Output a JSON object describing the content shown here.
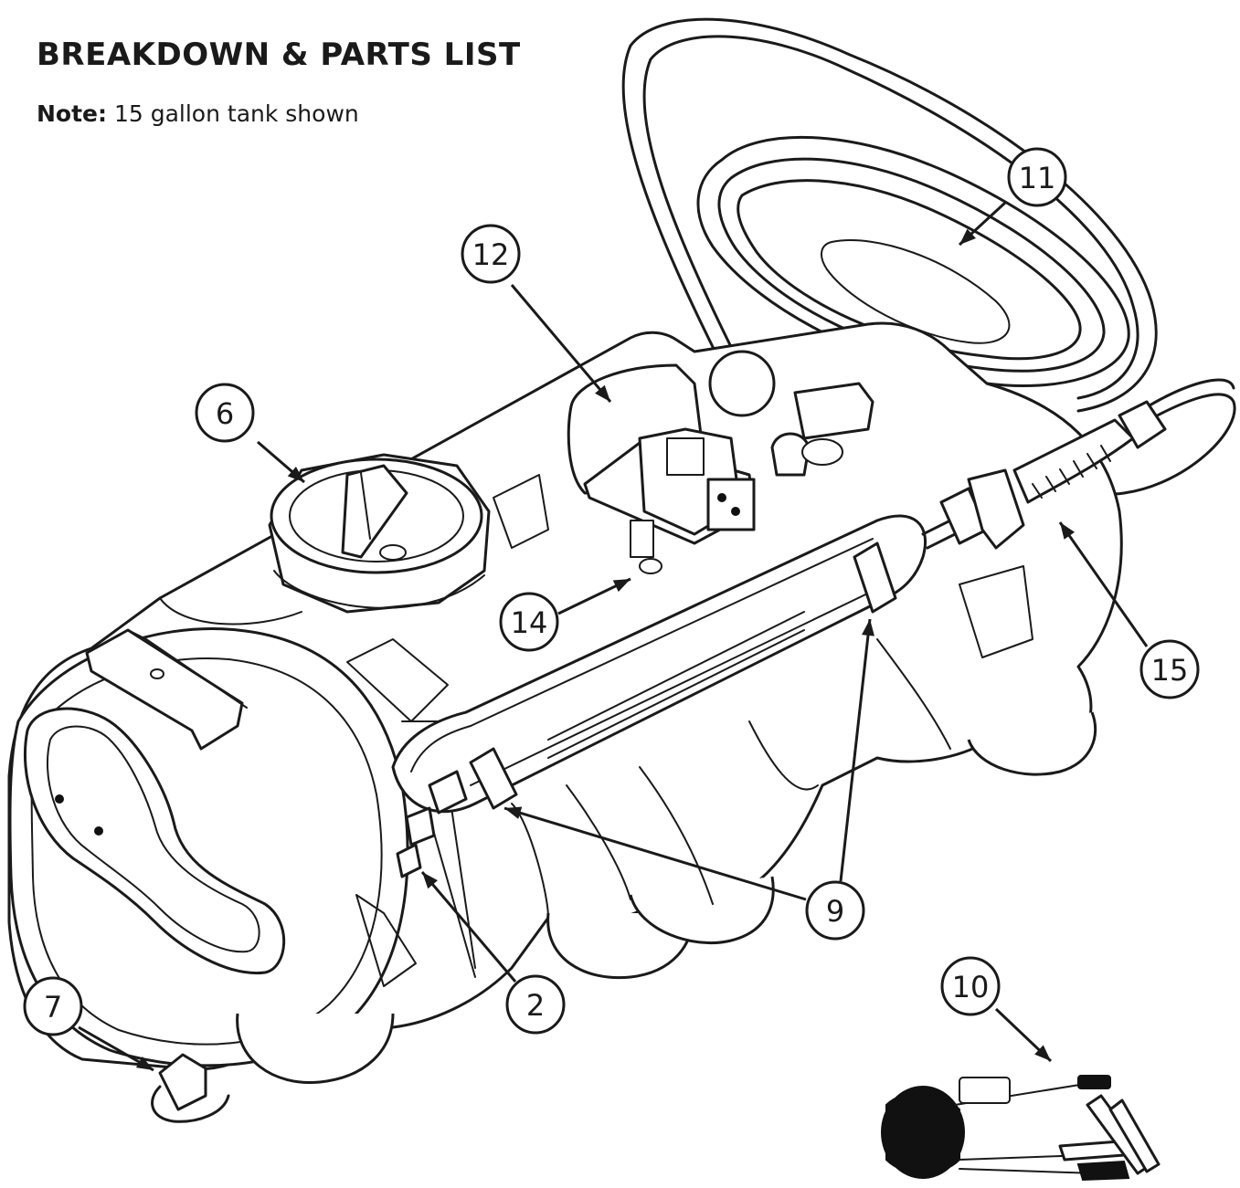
{
  "title": "BREAKDOWN & PARTS LIST",
  "note": {
    "label": "Note:",
    "text": " 15 gallon tank shown"
  },
  "callouts": [
    {
      "id": "6",
      "label": "6"
    },
    {
      "id": "12",
      "label": "12"
    },
    {
      "id": "11",
      "label": "11"
    },
    {
      "id": "14",
      "label": "14"
    },
    {
      "id": "15",
      "label": "15"
    },
    {
      "id": "9",
      "label": "9"
    },
    {
      "id": "2",
      "label": "2"
    },
    {
      "id": "7",
      "label": "7"
    },
    {
      "id": "10",
      "label": "10"
    }
  ]
}
